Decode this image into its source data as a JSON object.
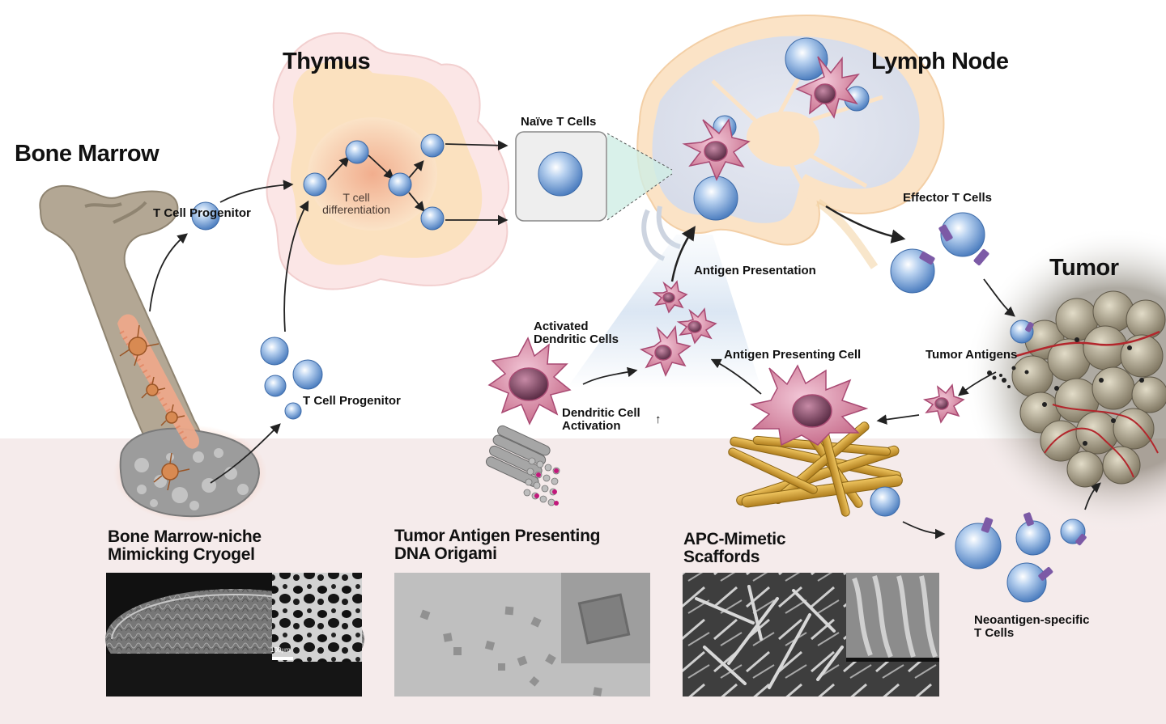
{
  "headings": {
    "bone_marrow": "Bone Marrow",
    "thymus": "Thymus",
    "lymph_node": "Lymph Node",
    "tumor": "Tumor"
  },
  "labels": {
    "t_cell_progenitor_top": "T Cell Progenitor",
    "t_cell_progenitor_bottom": "T Cell Progenitor",
    "t_cell_differentiation": "T cell\ndifferentiation",
    "naive_t_cells": "Naïve T Cells",
    "effector_t_cells": "Effector T Cells",
    "antigen_presentation": "Antigen Presentation",
    "activated_dendritic_cells": "Activated\nDendritic Cells",
    "antigen_presenting_cell": "Antigen Presenting Cell",
    "tumor_antigens": "Tumor Antigens",
    "dendritic_cell_activation": "Dendritic Cell\nActivation",
    "up_arrow": "↑",
    "neoantigen_t_cells": "Neoantigen-specific\nT Cells"
  },
  "panels": {
    "cryogel": "Bone Marrow-niche\nMimicking Cryogel",
    "origami": "Tumor Antigen Presenting\nDNA Origami",
    "scaffolds": "APC-Mimetic\nScaffords",
    "scale_bar": "100μm"
  },
  "colors": {
    "t_cell": "#8fb4e0",
    "dendritic_cell": "#d98fab",
    "bottom_band": "#f5ebeb",
    "tumor": "#8d8570",
    "bone": "#b3a794",
    "scaffold_rod": "#d4a23a"
  }
}
